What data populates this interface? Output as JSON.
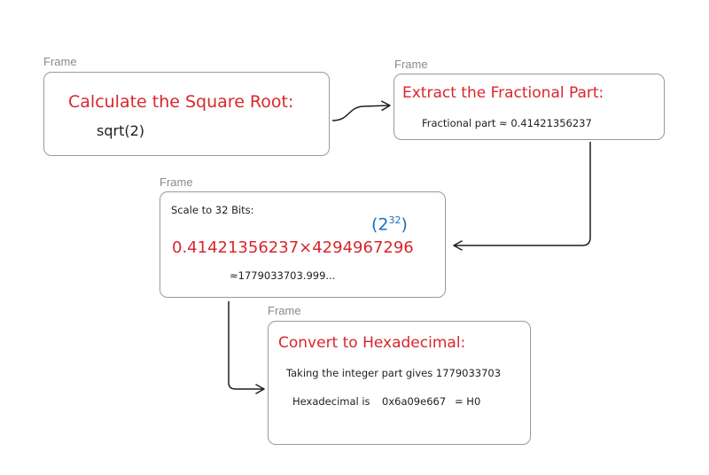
{
  "frames": {
    "sqrt": {
      "label": "Frame",
      "title": "Calculate the Square Root:",
      "body": "sqrt(2)"
    },
    "fraction": {
      "label": "Frame",
      "title": "Extract the Fractional Part:",
      "body": "Fractional part ≈ 0.41421356237"
    },
    "scale": {
      "label": "Frame",
      "heading": "Scale to 32 Bits:",
      "power_base": "(2",
      "power_exp": "32",
      "power_close": ")",
      "expression": "0.41421356237×4294967296",
      "approx": "≈1779033703.999..."
    },
    "hex": {
      "label": "Frame",
      "title": "Convert to Hexadecimal:",
      "integer_line": "Taking the integer part gives 1779033703",
      "hex_label": "Hexadecimal is",
      "hex_value": "0x6a09e667",
      "hex_result": "= H0"
    }
  },
  "colors": {
    "title_red": "#d9262c",
    "accent_blue": "#1971c2",
    "stroke": "#1e1e1e",
    "frame_border": "#9a9a9a",
    "frame_label": "#8a8a8a"
  }
}
